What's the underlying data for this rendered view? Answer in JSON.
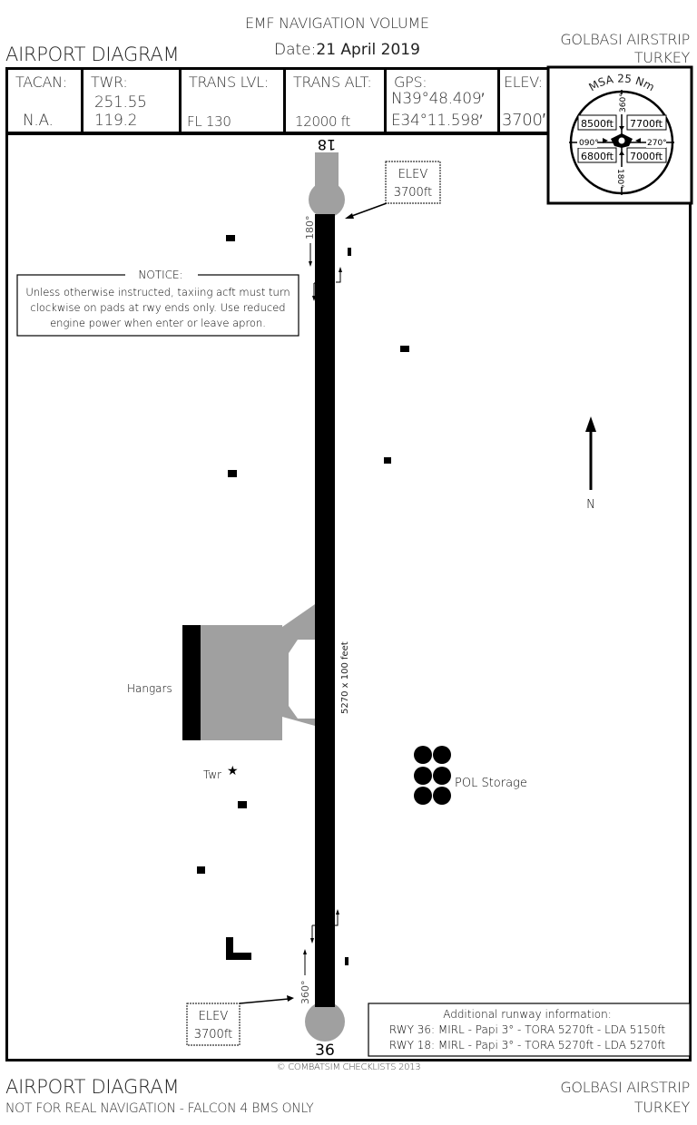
{
  "header": {
    "volume": "EMF NAVIGATION VOLUME",
    "date_label": "Date:",
    "date_value": "21 April 2019",
    "title": "AIRPORT DIAGRAM",
    "airport_name": "GOLBASI AIRSTRIP",
    "country": "TURKEY"
  },
  "infobar": {
    "tacan": {
      "label": "TACAN:",
      "value": "N.A."
    },
    "twr": {
      "label": "TWR:",
      "uhf": "251.55",
      "vhf": "119.2"
    },
    "trans_lvl": {
      "label": "TRANS LVL:",
      "value": "FL 130"
    },
    "trans_alt": {
      "label": "TRANS ALT:",
      "value": "12000 ft"
    },
    "gps": {
      "label": "GPS:",
      "lat": "N39°48.409′",
      "lon": "E34°11.598′"
    },
    "elev": {
      "label": "ELEV:",
      "value": "3700′"
    }
  },
  "msa": {
    "title": "MSA 25 Nm",
    "sectors": {
      "nw": "8500ft",
      "ne": "7700ft",
      "sw": "6800ft",
      "se": "7000ft"
    },
    "bearings": {
      "n": "360°",
      "w": "090°",
      "e": "270°",
      "s": "180°"
    }
  },
  "diagram": {
    "runway_end_north": "18",
    "runway_end_south": "36",
    "runway_dims": "5270 x 100 feet",
    "heading_north_end": "180°",
    "heading_south_end": "360°",
    "elev_north": {
      "line1": "ELEV",
      "line2": "3700ft"
    },
    "elev_south": {
      "line1": "ELEV",
      "line2": "3700ft"
    },
    "notice": {
      "title": "NOTICE:",
      "lines": [
        "Unless otherwise instructed, taxiing acft must turn",
        "clockwise on pads at rwy ends only. Use reduced",
        "engine power when enter or leave apron."
      ]
    },
    "hangars_label": "Hangars",
    "tower_label": "Twr",
    "pol_label": "POL Storage",
    "north_label": "N",
    "runway_info": {
      "title": "Additional runway information:",
      "lines": [
        "RWY 36: MIRL - Papi 3° - TORA 5270ft - LDA 5150ft",
        "RWY 18: MIRL - Papi 3° - TORA 5270ft - LDA 5270ft"
      ]
    },
    "colors": {
      "runway": "#000000",
      "pad": "#a0a0a0",
      "apron": "#a0a0a0"
    }
  },
  "footer": {
    "copyright": "© COMBATSIM CHECKLISTS 2013",
    "title": "AIRPORT DIAGRAM",
    "subtitle": "NOT FOR REAL NAVIGATION - FALCON 4 BMS ONLY",
    "airport_name": "GOLBASI AIRSTRIP",
    "country": "TURKEY"
  }
}
